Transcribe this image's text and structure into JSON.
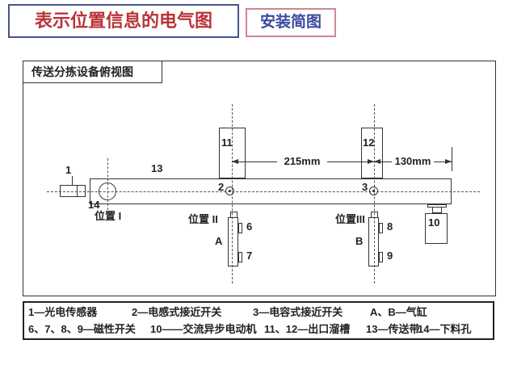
{
  "header": {
    "title": "表示位置信息的电气图",
    "subtitle": "安装简图"
  },
  "colors": {
    "title_text": "#b93438",
    "title_border": "#47538c",
    "subtitle_text": "#3b4a9e",
    "subtitle_border": "#d08890",
    "line": "#333333"
  },
  "diagram": {
    "label": "传送分拣设备俯视图",
    "positions": {
      "p1": "位置 I",
      "p2": "位置 II",
      "p3": "位置III"
    },
    "dimensions": {
      "d1": "215mm",
      "d2": "130mm"
    },
    "callouts": {
      "n1": "1",
      "n2": "2",
      "n3": "3",
      "n6": "6",
      "n7": "7",
      "n8": "8",
      "n9": "9",
      "n10": "10",
      "n11": "11",
      "n12": "12",
      "n13": "13",
      "n14": "14",
      "a": "A",
      "b": "B"
    }
  },
  "legend": {
    "row1": [
      "1—光电传感器",
      "2—电感式接近开关",
      "3—电容式接近开关",
      "A、B—气缸"
    ],
    "row2": [
      "6、7、8、9—磁性开关",
      "10——交流异步电动机",
      "11、12—出口溜槽",
      "13—传送带",
      "14—下料孔"
    ]
  }
}
